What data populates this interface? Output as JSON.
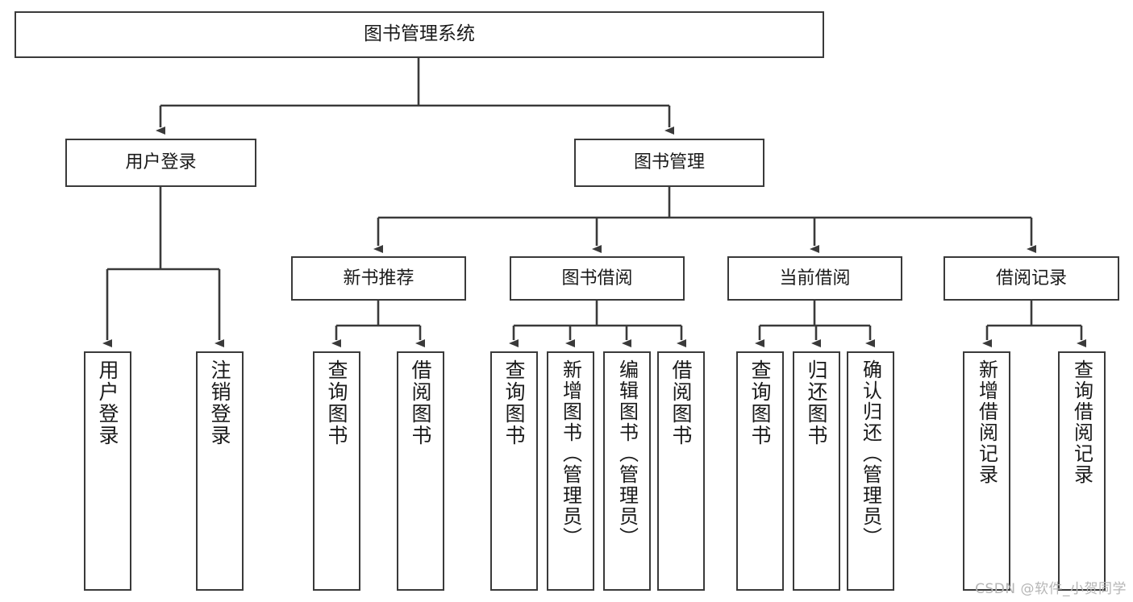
{
  "diagram": {
    "type": "tree-hierarchy",
    "title": "图书管理系统",
    "watermark": "CSDN @软件_小贺同学",
    "colors": {
      "stroke": "#3a3a3a",
      "fill": "#ffffff",
      "text": "#1a1a1a",
      "watermark": "#b6b6b6"
    },
    "nodes": {
      "root": {
        "label": "图书管理系统"
      },
      "level1": [
        {
          "id": "user-login",
          "label": "用户登录"
        },
        {
          "id": "book-management",
          "label": "图书管理"
        }
      ],
      "level2": [
        {
          "id": "new-book-recommend",
          "label": "新书推荐"
        },
        {
          "id": "book-borrow",
          "label": "图书借阅"
        },
        {
          "id": "current-borrow",
          "label": "当前借阅"
        },
        {
          "id": "borrow-record",
          "label": "借阅记录"
        }
      ],
      "leaves": {
        "user-login": [
          {
            "id": "leaf-user-login",
            "label": "用户登录"
          },
          {
            "id": "leaf-logout",
            "label": "注销登录"
          }
        ],
        "new-book-recommend": [
          {
            "id": "leaf-query-book-1",
            "label": "查询图书"
          },
          {
            "id": "leaf-borrow-book-1",
            "label": "借阅图书"
          }
        ],
        "book-borrow": [
          {
            "id": "leaf-query-book-2",
            "label": "查询图书"
          },
          {
            "id": "leaf-add-book",
            "label": "新增图书（管理员）"
          },
          {
            "id": "leaf-edit-book",
            "label": "编辑图书（管理员）"
          },
          {
            "id": "leaf-borrow-book-2",
            "label": "借阅图书"
          }
        ],
        "current-borrow": [
          {
            "id": "leaf-query-book-3",
            "label": "查询图书"
          },
          {
            "id": "leaf-return-book",
            "label": "归还图书"
          },
          {
            "id": "leaf-confirm-return",
            "label": "确认归还（管理员）"
          }
        ],
        "borrow-record": [
          {
            "id": "leaf-add-record",
            "label": "新增借阅记录"
          },
          {
            "id": "leaf-query-record",
            "label": "查询借阅记录"
          }
        ]
      }
    }
  }
}
